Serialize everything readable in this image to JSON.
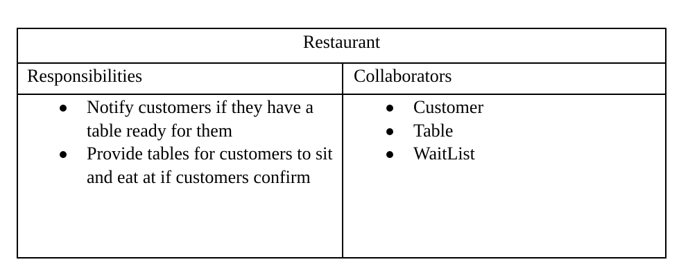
{
  "card": {
    "title": "Restaurant",
    "responsibilities_header": "Responsibilities",
    "collaborators_header": "Collaborators",
    "responsibilities": [
      "Notify customers if they have a table ready for them",
      "Provide tables for customers to sit and eat at if customers confirm"
    ],
    "collaborators": [
      "Customer",
      "Table",
      "WaitList"
    ]
  }
}
